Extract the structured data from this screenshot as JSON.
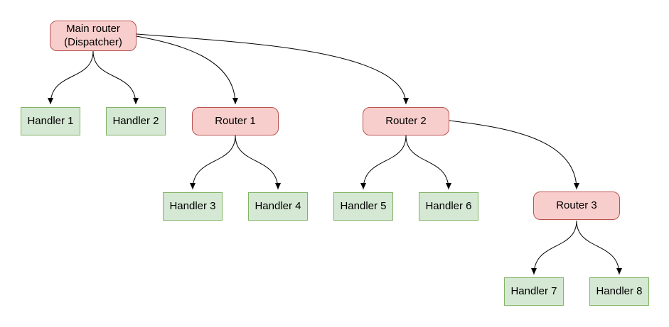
{
  "diagram": {
    "background": "#ffffff",
    "edge_color": "#000000",
    "node_styles": {
      "router": {
        "fill": "#f8cecc",
        "stroke": "#b85450",
        "shape": "rounded-rectangle"
      },
      "handler": {
        "fill": "#d5e8d4",
        "stroke": "#82b366",
        "shape": "rectangle"
      }
    },
    "nodes": [
      {
        "id": "main-router",
        "label": "Main router\n(Dispatcher)",
        "type": "router"
      },
      {
        "id": "handler-1",
        "label": "Handler 1",
        "type": "handler"
      },
      {
        "id": "handler-2",
        "label": "Handler 2",
        "type": "handler"
      },
      {
        "id": "router-1",
        "label": "Router 1",
        "type": "router"
      },
      {
        "id": "router-2",
        "label": "Router 2",
        "type": "router"
      },
      {
        "id": "handler-3",
        "label": "Handler 3",
        "type": "handler"
      },
      {
        "id": "handler-4",
        "label": "Handler 4",
        "type": "handler"
      },
      {
        "id": "handler-5",
        "label": "Handler 5",
        "type": "handler"
      },
      {
        "id": "handler-6",
        "label": "Handler 6",
        "type": "handler"
      },
      {
        "id": "router-3",
        "label": "Router 3",
        "type": "router"
      },
      {
        "id": "handler-7",
        "label": "Handler 7",
        "type": "handler"
      },
      {
        "id": "handler-8",
        "label": "Handler 8",
        "type": "handler"
      }
    ],
    "edges": [
      {
        "from": "main-router",
        "to": "handler-1"
      },
      {
        "from": "main-router",
        "to": "handler-2"
      },
      {
        "from": "main-router",
        "to": "router-1"
      },
      {
        "from": "main-router",
        "to": "router-2"
      },
      {
        "from": "router-1",
        "to": "handler-3"
      },
      {
        "from": "router-1",
        "to": "handler-4"
      },
      {
        "from": "router-2",
        "to": "handler-5"
      },
      {
        "from": "router-2",
        "to": "handler-6"
      },
      {
        "from": "router-2",
        "to": "router-3"
      },
      {
        "from": "router-3",
        "to": "handler-7"
      },
      {
        "from": "router-3",
        "to": "handler-8"
      }
    ]
  }
}
